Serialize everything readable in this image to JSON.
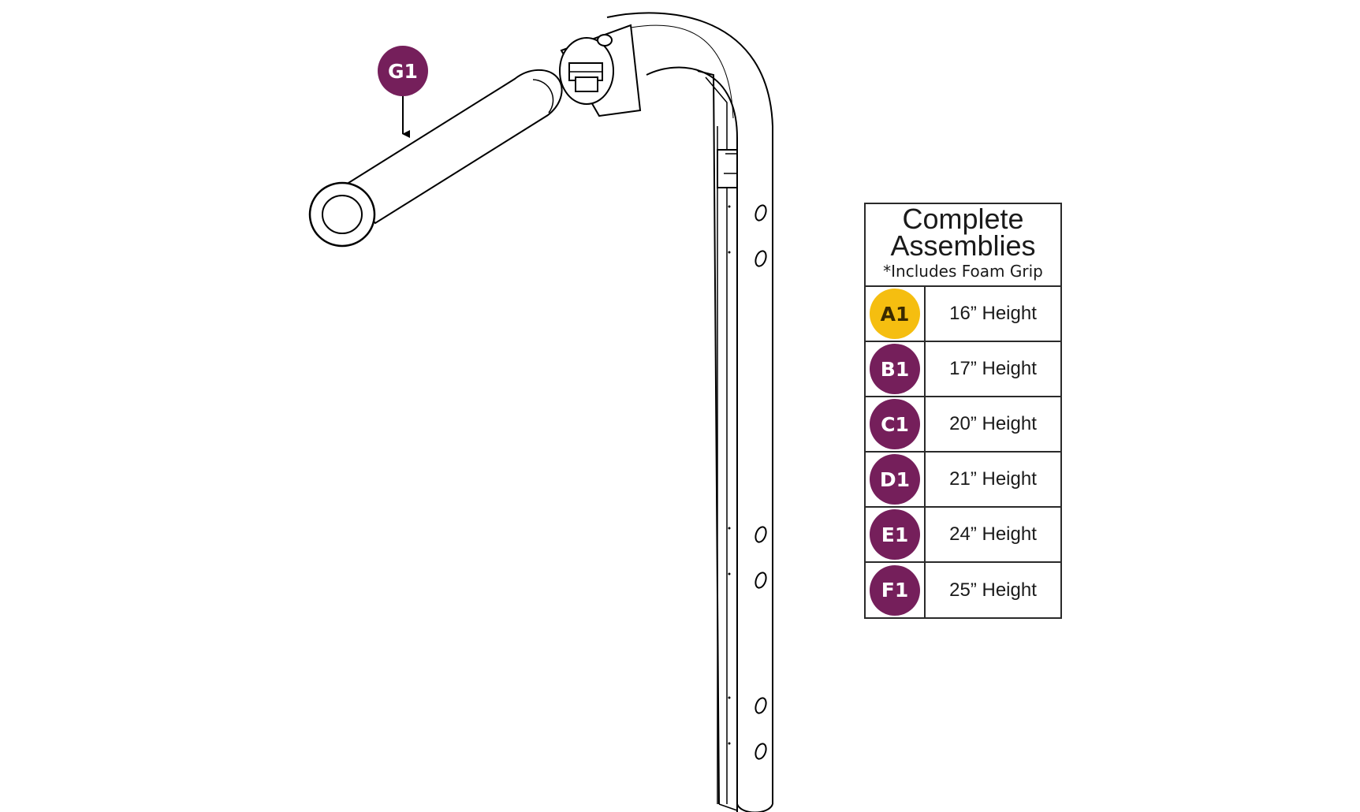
{
  "grip_callout": {
    "label": "G1",
    "color": "#751f5b"
  },
  "assemblies": {
    "title_line1": "Complete",
    "title_line2": "Assemblies",
    "note": "*Includes Foam Grip",
    "rows": [
      {
        "callout": "A1",
        "height": "16” Height",
        "color": "#f5be10",
        "text_color": "#3a2a00"
      },
      {
        "callout": "B1",
        "height": "17” Height",
        "color": "#751f5b",
        "text_color": "#ffffff"
      },
      {
        "callout": "C1",
        "height": "20” Height",
        "color": "#751f5b",
        "text_color": "#ffffff"
      },
      {
        "callout": "D1",
        "height": "21” Height",
        "color": "#751f5b",
        "text_color": "#ffffff"
      },
      {
        "callout": "E1",
        "height": "24” Height",
        "color": "#751f5b",
        "text_color": "#ffffff"
      },
      {
        "callout": "F1",
        "height": "25” Height",
        "color": "#751f5b",
        "text_color": "#ffffff"
      }
    ]
  }
}
